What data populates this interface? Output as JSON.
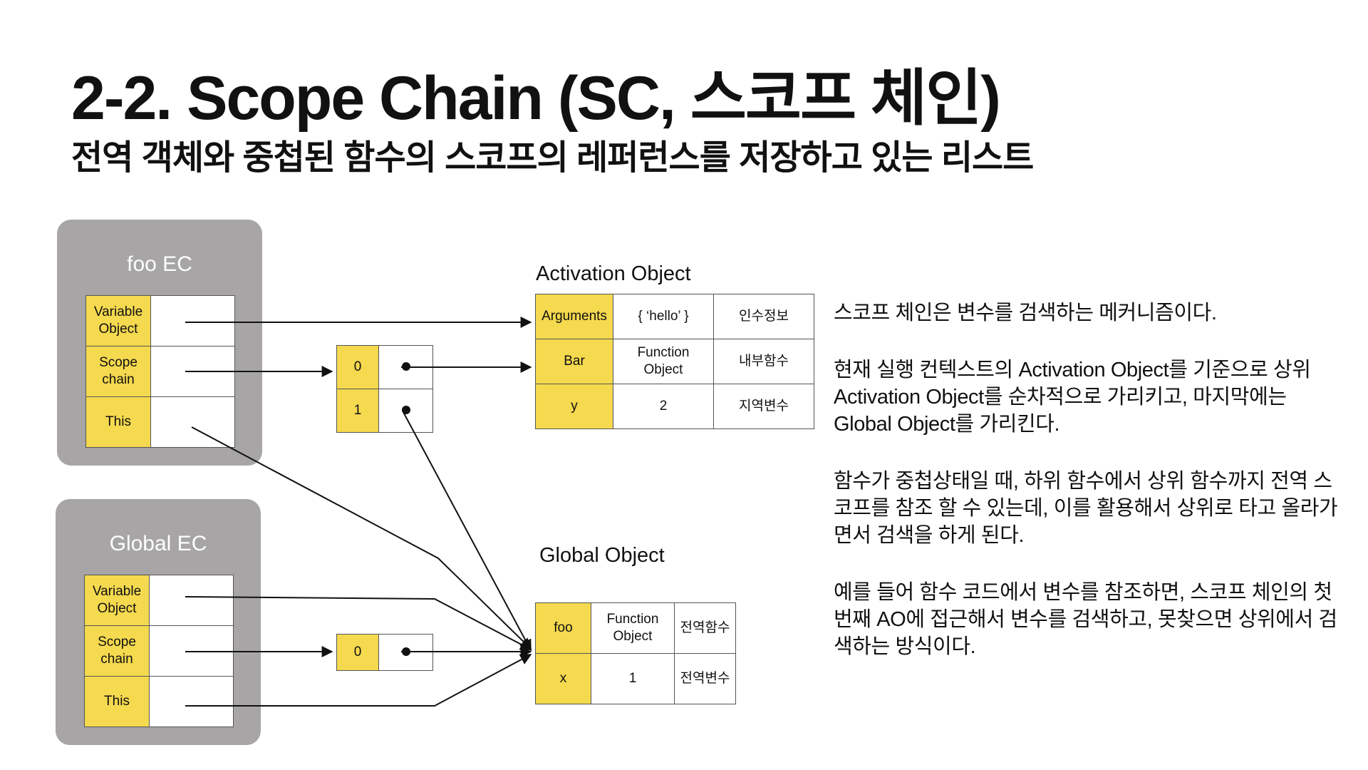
{
  "title": "2-2. Scope Chain (SC, 스코프 체인)",
  "subtitle": "전역 객체와 중첩된 함수의 스코프의 레퍼런스를 저장하고 있는 리스트",
  "foo_ec": {
    "title": "foo EC",
    "rows": [
      "Variable Object",
      "Scope chain",
      "This"
    ]
  },
  "global_ec": {
    "title": "Global EC",
    "rows": [
      "Variable Object",
      "Scope chain",
      "This"
    ]
  },
  "foo_scope_chain": [
    "0",
    "1"
  ],
  "global_scope_chain": [
    "0"
  ],
  "activation_object": {
    "label": "Activation Object",
    "rows": [
      {
        "key": "Arguments",
        "value": "{ ‘hello’ }",
        "desc": "인수정보"
      },
      {
        "key": "Bar",
        "value": "Function Object",
        "desc": "내부함수"
      },
      {
        "key": "y",
        "value": "2",
        "desc": "지역변수"
      }
    ]
  },
  "global_object": {
    "label": "Global Object",
    "rows": [
      {
        "key": "foo",
        "value": "Function Object",
        "desc": "전역함수"
      },
      {
        "key": "x",
        "value": "1",
        "desc": "전역변수"
      }
    ]
  },
  "paragraphs": [
    "스코프 체인은 변수를 검색하는 메커니즘이다.",
    "현재 실행 컨텍스트의 Activation Object를 기준으로 상위 Activation Object를 순차적으로 가리키고, 마지막에는 Global Object를 가리킨다.",
    "함수가 중첩상태일 때, 하위 함수에서 상위 함수까지 전역 스코프를 참조 할 수 있는데, 이를 활용해서 상위로 타고 올라가면서 검색을 하게 된다.",
    "예를 들어 함수 코드에서 변수를 참조하면, 스코프 체인의 첫번째 AO에 접근해서 변수를 검색하고, 못찾으면 상위에서 검색하는 방식이다."
  ],
  "colors": {
    "accent_yellow": "#f5d94e",
    "ec_gray": "#a7a5a5"
  }
}
